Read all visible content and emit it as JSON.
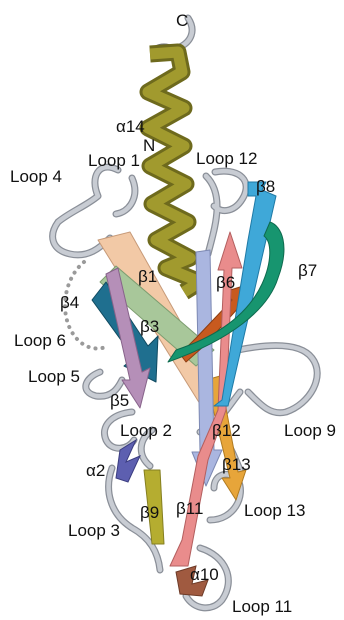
{
  "labels": {
    "c_term": "C",
    "n_term": "N",
    "alpha14": "α14",
    "alpha2": "α2",
    "alpha10": "α10",
    "beta1": "β1",
    "beta3": "β3",
    "beta4": "β4",
    "beta5": "β5",
    "beta6": "β6",
    "beta7": "β7",
    "beta8": "β8",
    "beta9": "β9",
    "beta11": "β11",
    "beta12": "β12",
    "beta13": "β13",
    "loop1": "Loop 1",
    "loop2": "Loop 2",
    "loop3": "Loop 3",
    "loop4": "Loop 4",
    "loop5": "Loop 5",
    "loop6": "Loop 6",
    "loop9": "Loop 9",
    "loop11": "Loop 11",
    "loop12": "Loop 12",
    "loop13": "Loop 13"
  },
  "colors": {
    "helix": "#a19a2e",
    "helix_dark": "#6e6a1d",
    "loop": "#c8ccd3",
    "loop_edge": "#8a8f98",
    "beta1": "#f2c9a6",
    "beta3": "#a8c79a",
    "beta4": "#1f6f8f",
    "beta5": "#b58fb8",
    "beta6": "#c85a1f",
    "beta7": "#17956f",
    "beta8": "#3fa8d8",
    "beta11": "#e98c8c",
    "beta12": "#aab6e0",
    "beta13": "#e7a53a",
    "alpha2": "#5d5fb0",
    "beta9": "#b5ad30",
    "alpha10": "#a05a40",
    "dotted": "#9a9a9a"
  }
}
